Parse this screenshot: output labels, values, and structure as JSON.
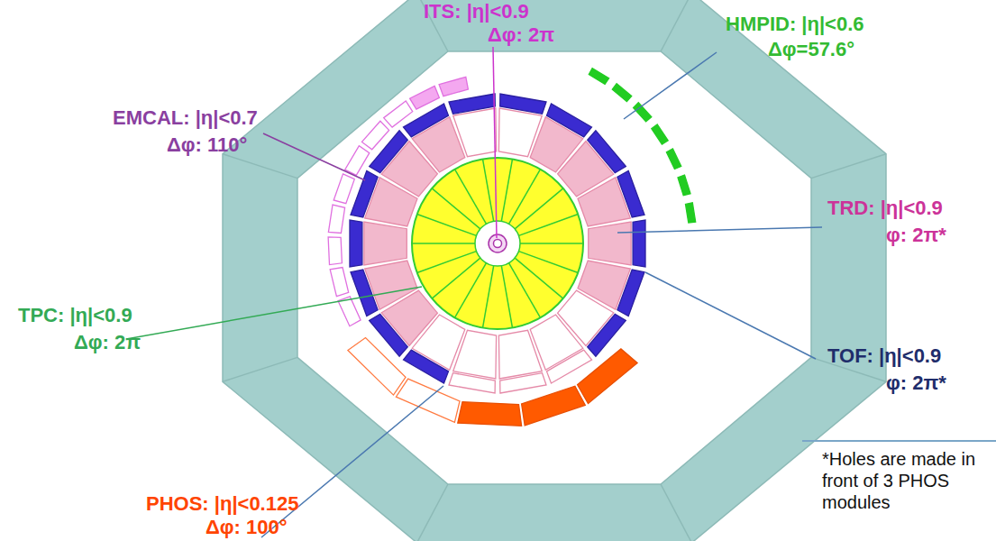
{
  "diagram": {
    "labels": [
      "ITS: |η|<0.9",
      "Δφ: 2π",
      "HMPID: |η|<0.6",
      "Δφ=57.6°",
      "EMCAL: |η|<0.7",
      "Δφ: 110°",
      "TRD: |η|<0.9",
      "φ: 2π*",
      "TPC: |η|<0.9",
      "Δφ: 2π",
      "TOF: |η|<0.9",
      "φ: 2π*",
      "PHOS: |η|<0.125",
      "Δφ: 100°",
      "*Holes are made in front of 3 PHOS modules"
    ]
  }
}
